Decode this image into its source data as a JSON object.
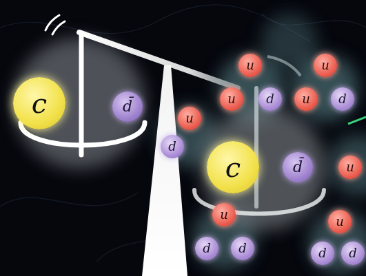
{
  "diagram": {
    "nodes": [
      {
        "text": [
          "c"
        ]
      },
      {
        "text": [
          "d̄"
        ]
      },
      {
        "text": [
          "u"
        ]
      },
      {
        "text": [
          "u"
        ]
      },
      {
        "text": [
          "d"
        ]
      },
      {
        "text": [
          "u"
        ]
      },
      {
        "text": [
          "u"
        ]
      },
      {
        "text": [
          "d"
        ]
      },
      {
        "text": [
          "u"
        ]
      },
      {
        "text": [
          "d"
        ]
      },
      {
        "text": [
          "c"
        ]
      },
      {
        "text": [
          "d̄"
        ]
      },
      {
        "text": [
          "u"
        ]
      },
      {
        "text": [
          "u"
        ]
      },
      {
        "text": [
          "d"
        ]
      },
      {
        "text": [
          "d"
        ]
      },
      {
        "text": [
          "u"
        ]
      },
      {
        "text": [
          "d"
        ]
      },
      {
        "text": [
          "d"
        ]
      }
    ]
  }
}
